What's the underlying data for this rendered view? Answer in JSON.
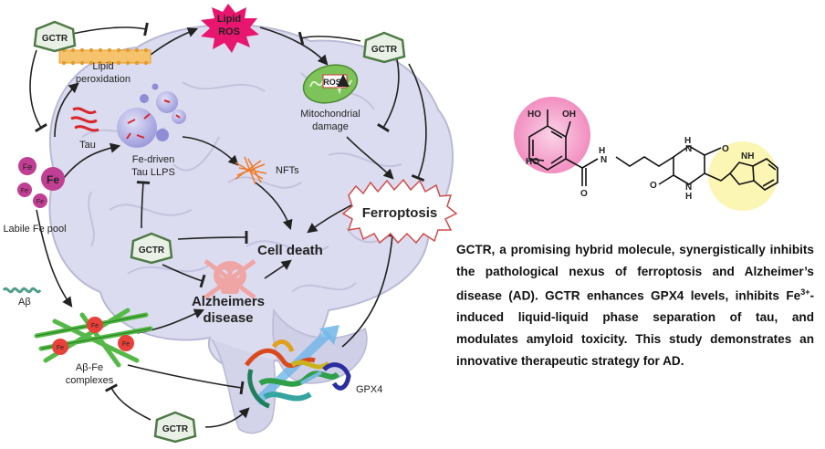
{
  "drug": "GCTR",
  "labels": {
    "lipid_ros_1": "Lipid",
    "lipid_ros_2": "ROS",
    "lipid_peroxidation_1": "Lipid",
    "lipid_peroxidation_2": "peroxidation",
    "mito_1": "Mitochondrial",
    "mito_2": "damage",
    "ros_badge": "ROS",
    "tau": "Tau",
    "fe_tau_1": "Fe-driven",
    "fe_tau_2": "Tau LLPS",
    "nfts": "NFTs",
    "labile_fe": "Labile Fe pool",
    "fe": "Fe",
    "ferroptosis": "Ferroptosis",
    "cell_death": "Cell death",
    "alzheimers_1": "Alzheimers",
    "alzheimers_2": "disease",
    "abeta": "Aβ",
    "abeta_fe_1": "Aβ-Fe",
    "abeta_fe_2": "complexes",
    "gpx4": "GPX4"
  },
  "molecule": {
    "atoms": [
      "HO",
      "OH",
      "HO",
      "O",
      "H",
      "N",
      "O",
      "H",
      "N",
      "NH",
      "O",
      "N",
      "H"
    ]
  },
  "summary": {
    "part1": "GCTR, a promising hybrid molecule, synergistically inhibits the pathological nexus of ferroptosis and Alzheimer’s disease (AD). GCTR enhances GPX4 levels, inhibits Fe",
    "superscript": "3+",
    "part2": "-induced liquid-liquid phase separation of tau, and modulates amyloid toxicity. This study demonstrates an innovative therapeutic strategy for AD."
  },
  "colors": {
    "brain": "#dcdcf0",
    "brain_outline": "#b9b9d6",
    "gctr_fill": "#e9f1e6",
    "gctr_border": "#4f7a47",
    "lipid_ros": "#e8166f",
    "fe_ion": "#c03f93",
    "fe_ion_red": "#e8413a",
    "tau_droplet": "#a7a6e0",
    "ferroptosis_border": "#d34b4b",
    "mito": "#7dc35a",
    "nft": "#f07a26",
    "amyloid": "#55b947",
    "skull": "#f0a5a5",
    "pink_circle": "#f49ac8",
    "yellow_circle": "#fbf6b3"
  }
}
